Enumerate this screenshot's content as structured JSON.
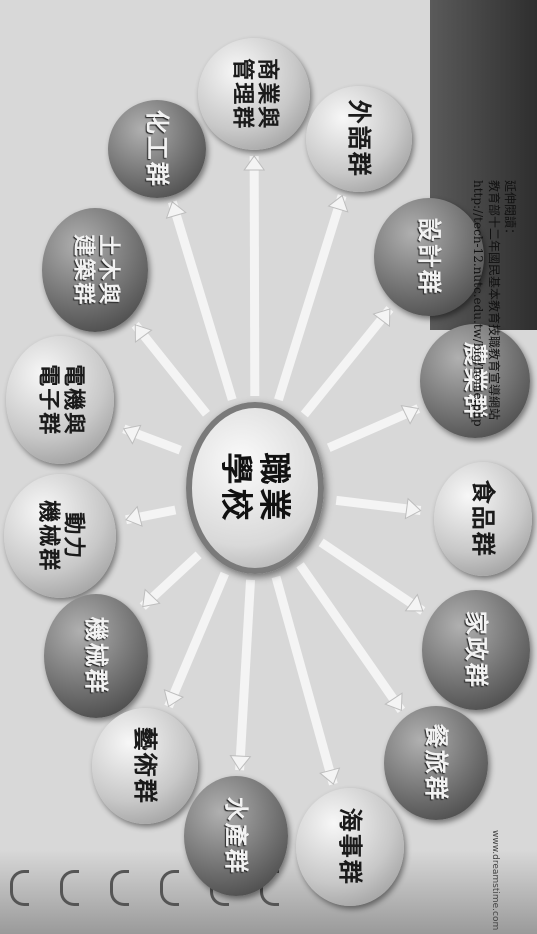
{
  "center": {
    "label": "職業\n學校"
  },
  "groups": [
    {
      "key": "commerce",
      "label": "商業與\n管理群"
    },
    {
      "key": "chemical",
      "label": "化工群"
    },
    {
      "key": "foreign_lang",
      "label": "外語群"
    },
    {
      "key": "civil",
      "label": "土木與\n建築群"
    },
    {
      "key": "design",
      "label": "設計群"
    },
    {
      "key": "electrical",
      "label": "電機與\n電子群"
    },
    {
      "key": "agriculture",
      "label": "農業群"
    },
    {
      "key": "power_mech",
      "label": "動力\n機械群"
    },
    {
      "key": "food",
      "label": "食品群"
    },
    {
      "key": "mechanical",
      "label": "機械群"
    },
    {
      "key": "home_econ",
      "label": "家政群"
    },
    {
      "key": "arts",
      "label": "藝術群"
    },
    {
      "key": "hospitality",
      "label": "餐旅群"
    },
    {
      "key": "aquaculture",
      "label": "水產群"
    },
    {
      "key": "maritime",
      "label": "海事群"
    }
  ],
  "caption": {
    "line1": "延伸閱讀：",
    "line2": "教育部十二年國民基本教育技職教育宣導網站",
    "line3": "http://tech-12.nutc.edu.tw/big/home.php"
  },
  "watermark": "www.dreamstime.com"
}
